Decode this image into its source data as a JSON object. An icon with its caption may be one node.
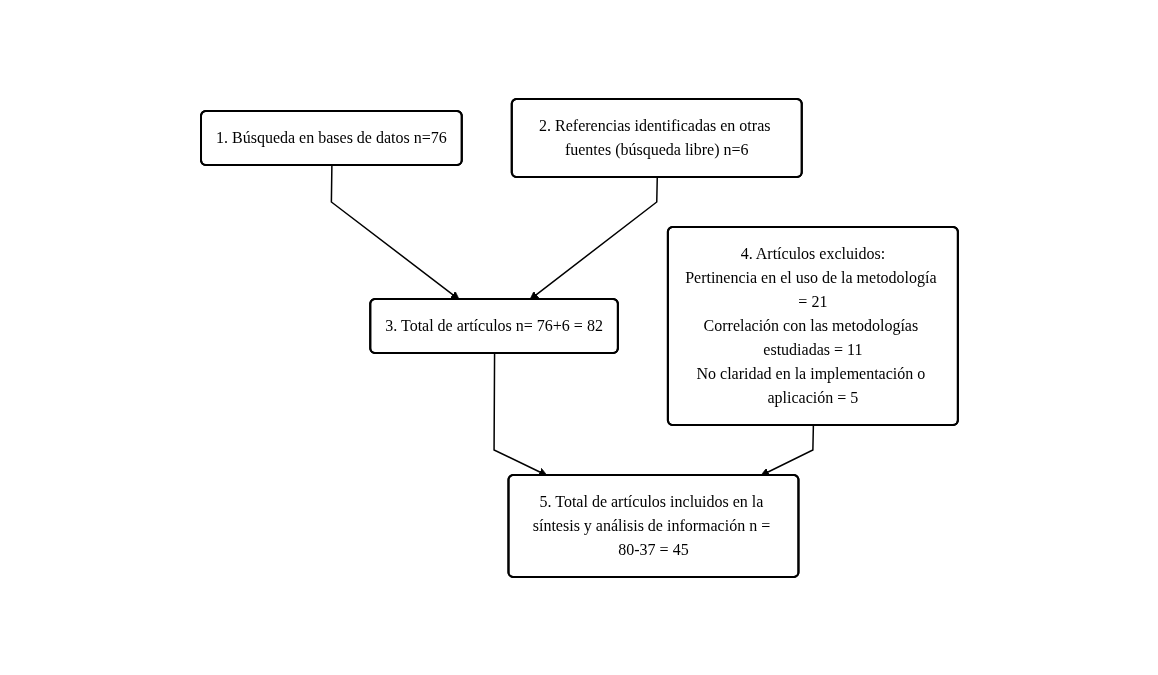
{
  "diagram": {
    "nodes": [
      {
        "text": [
          "1. Búsqueda en bases de datos n=76"
        ]
      },
      {
        "text": [
          "2. Referencias identificadas en otras fuentes (búsqueda libre) n=6"
        ]
      },
      {
        "text": [
          "3. Total de artículos n= 76+6 = 82"
        ]
      },
      {
        "text": [
          "4. Artículos excluidos:",
          "Pertinencia en el uso de la metodología = 21",
          "Correlación con las metodologías estudiadas = 11",
          "No claridad en la implementación o aplicación = 5"
        ]
      },
      {
        "text": [
          "5. Total de artículos incluidos en la síntesis y análisis de información n = 80-37 = 45"
        ]
      }
    ],
    "edges": [
      {
        "from": 0,
        "to": 2,
        "arrow": "to"
      },
      {
        "from": 1,
        "to": 2,
        "arrow": "to"
      },
      {
        "from": 2,
        "to": 4,
        "arrow": "to"
      },
      {
        "from": 3,
        "to": 4,
        "arrow": "to"
      }
    ]
  }
}
